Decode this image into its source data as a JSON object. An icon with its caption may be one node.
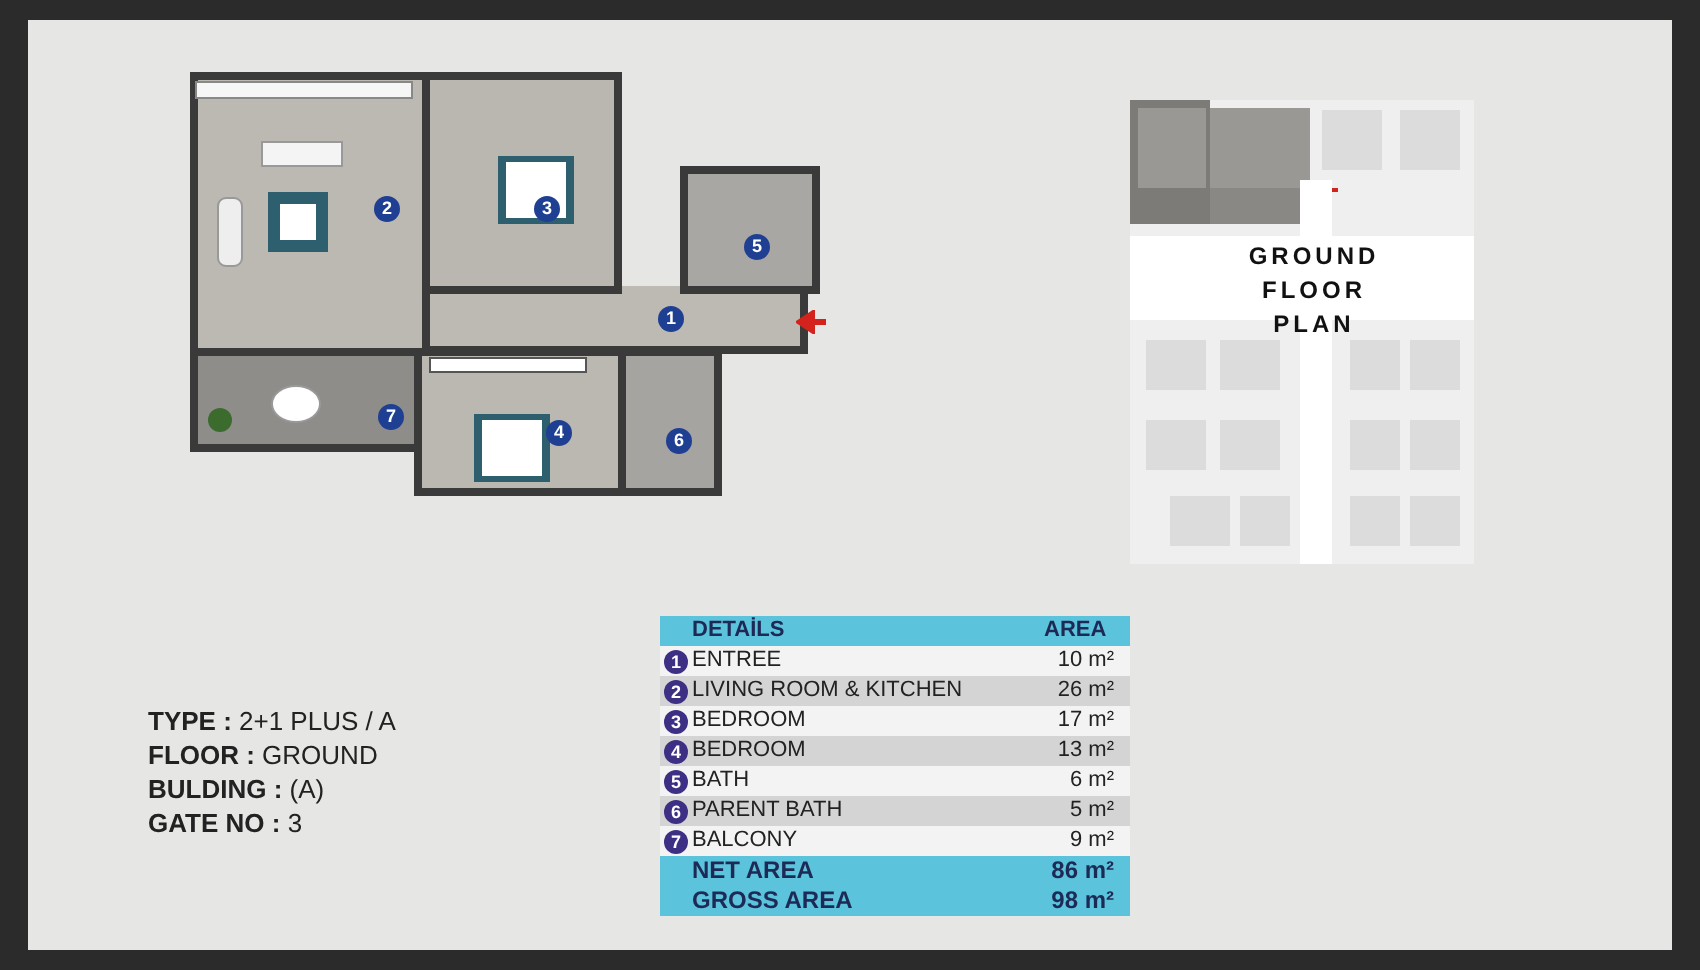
{
  "diagram": {
    "nodes": [
      {
        "text": [
          "1"
        ]
      },
      {
        "text": [
          "2"
        ]
      },
      {
        "text": [
          "3"
        ]
      },
      {
        "text": [
          "4"
        ]
      },
      {
        "text": [
          "5"
        ]
      },
      {
        "text": [
          "6"
        ]
      },
      {
        "text": [
          "7"
        ]
      }
    ],
    "labels": [
      "GROUND FLOOR PLAN",
      "DETAİLS",
      "AREA",
      "1",
      "ENTREE",
      "10 m²",
      "2",
      "LIVING ROOM & KITCHEN",
      "26 m²",
      "3",
      "BEDROOM",
      "17 m²",
      "4",
      "BEDROOM",
      "13 m²",
      "5",
      "BATH",
      "6 m²",
      "6",
      "PARENT BATH",
      "5 m²",
      "7",
      "BALCONY",
      "9 m²",
      "NET AREA",
      "86 m²",
      "GROSS AREA",
      "98 m²",
      "**TYPE :** 2+1 PLUS / A",
      "**FLOOR :** GROUND",
      "**BULDING :** (A)",
      "**GATE NO :** 3"
    ]
  }
}
